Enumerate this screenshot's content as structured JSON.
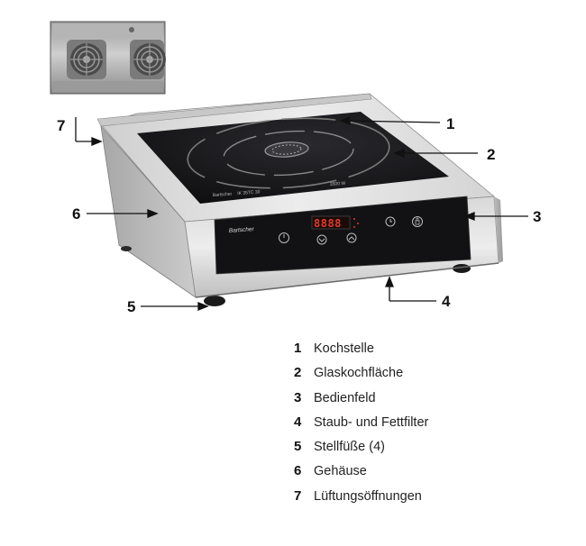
{
  "brand": "Bartscher",
  "display_value": "8888",
  "cooktop_labels": {
    "model": "IK 35TC 30",
    "power": "3500 W"
  },
  "legend": [
    {
      "num": "1",
      "text": "Kochstelle"
    },
    {
      "num": "2",
      "text": "Glaskochfläche"
    },
    {
      "num": "3",
      "text": "Bedienfeld"
    },
    {
      "num": "4",
      "text": "Staub- und Fettfilter"
    },
    {
      "num": "5",
      "text": "Stellfüße (4)"
    },
    {
      "num": "6",
      "text": "Gehäuse"
    },
    {
      "num": "7",
      "text": "Lüftungsöffnungen"
    }
  ],
  "colors": {
    "glass": "#141416",
    "steel_light": "#dcdcdc",
    "steel_dark": "#9c9c9c",
    "zone_ring": "#8a8a8a",
    "display_red": "#e23a2a",
    "callout": "#111111"
  },
  "icons": [
    "fan-icon",
    "power-icon",
    "minus-icon",
    "plus-icon",
    "timer-icon",
    "lock-icon"
  ]
}
